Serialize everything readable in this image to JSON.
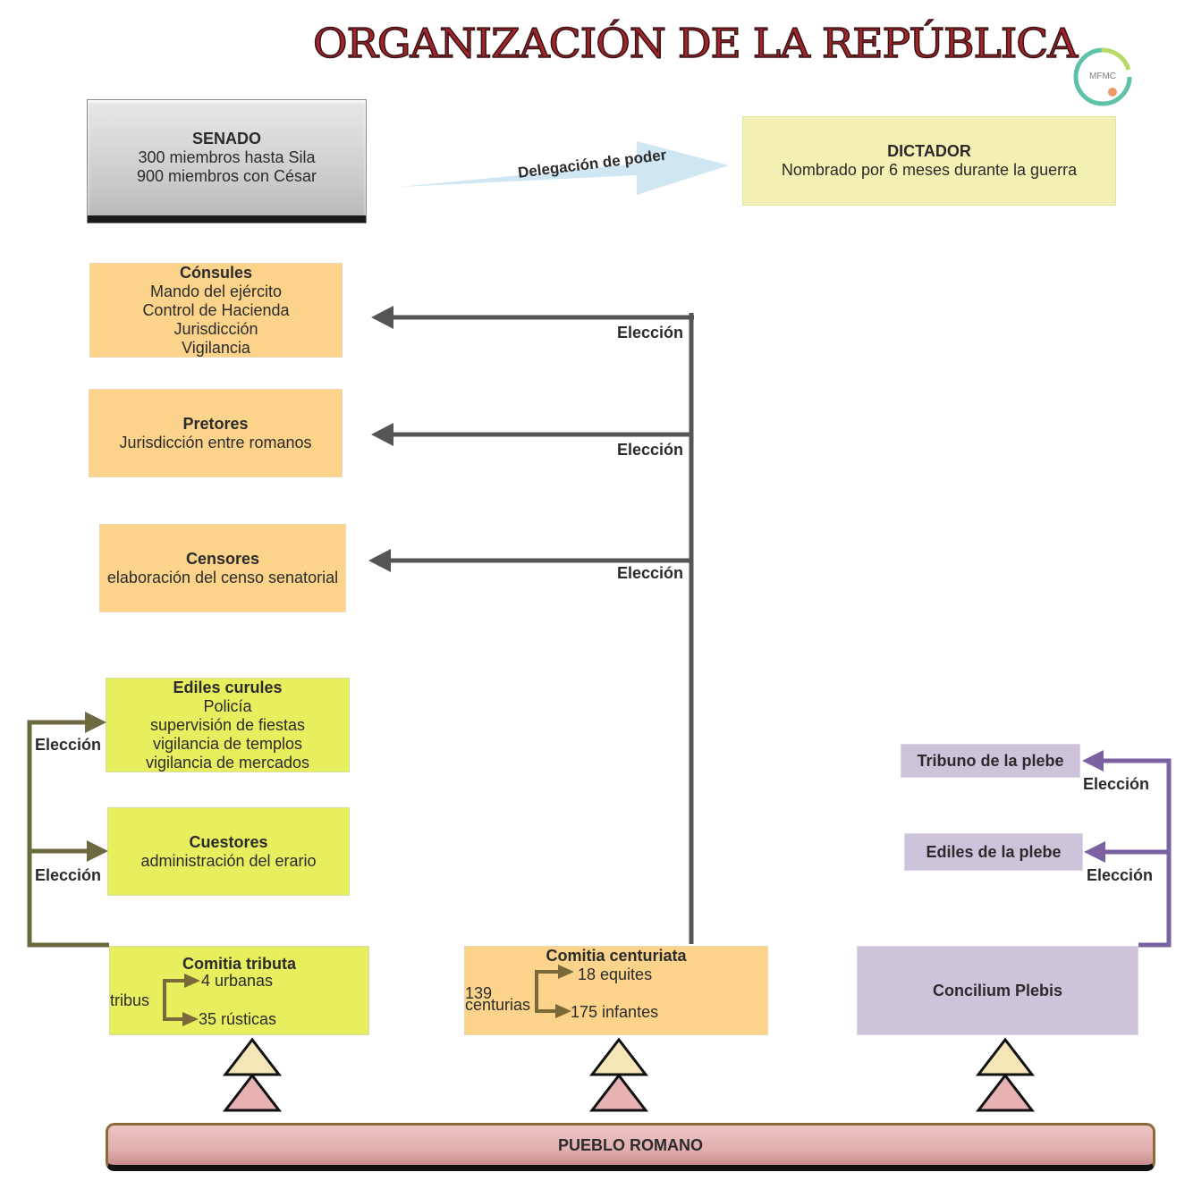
{
  "title": "ORGANIZACIÓN DE LA REPÚBLICA",
  "logo_text": "MFMC",
  "senado": {
    "heading": "SENADO",
    "line1": "300 miembros hasta Sila",
    "line2": "900 miembros con César"
  },
  "delegacion": "Delegación de poder",
  "dictador": {
    "heading": "DICTADOR",
    "line1": "Nombrado por 6 meses durante la guerra"
  },
  "consules": {
    "heading": "Cónsules",
    "lines": [
      "Mando del ejército",
      "Control de Hacienda",
      "Jurisdicción",
      "Vigilancia"
    ]
  },
  "pretores": {
    "heading": "Pretores",
    "line1": "Jurisdicción entre romanos"
  },
  "censores": {
    "heading": "Censores",
    "line1": "elaboración del censo senatorial"
  },
  "ediles_curules": {
    "heading": "Ediles curules",
    "lines": [
      "Policía",
      "supervisión de fiestas",
      "vigilancia de templos",
      "vigilancia de mercados"
    ]
  },
  "cuestores": {
    "heading": "Cuestores",
    "line1": "administración del erario"
  },
  "tribuno": "Tribuno de la plebe",
  "ediles_plebe": "Ediles de la plebe",
  "eleccion": "Elección",
  "comitia_tributa": {
    "heading": "Comitia tributa",
    "tribus": "tribus",
    "urbanas": "4 urbanas",
    "rusticas": "35 rústicas"
  },
  "comitia_centuriata": {
    "heading": "Comitia centuriata",
    "num": "139",
    "centurias": "centurias",
    "equites": "18 equites",
    "infantes": "175 infantes"
  },
  "concilium": "Concilium Plebis",
  "pueblo": "PUEBLO ROMANO",
  "colors": {
    "title": "#a4242c",
    "orange": "#fcd38a",
    "yellowgreen": "#e8ef5e",
    "lavender": "#cdc4dc",
    "gray_line": "#555555",
    "olive_line": "#6b6a3f",
    "purple_line": "#7a62a0",
    "arrow_blue": "#cfe6f3"
  }
}
